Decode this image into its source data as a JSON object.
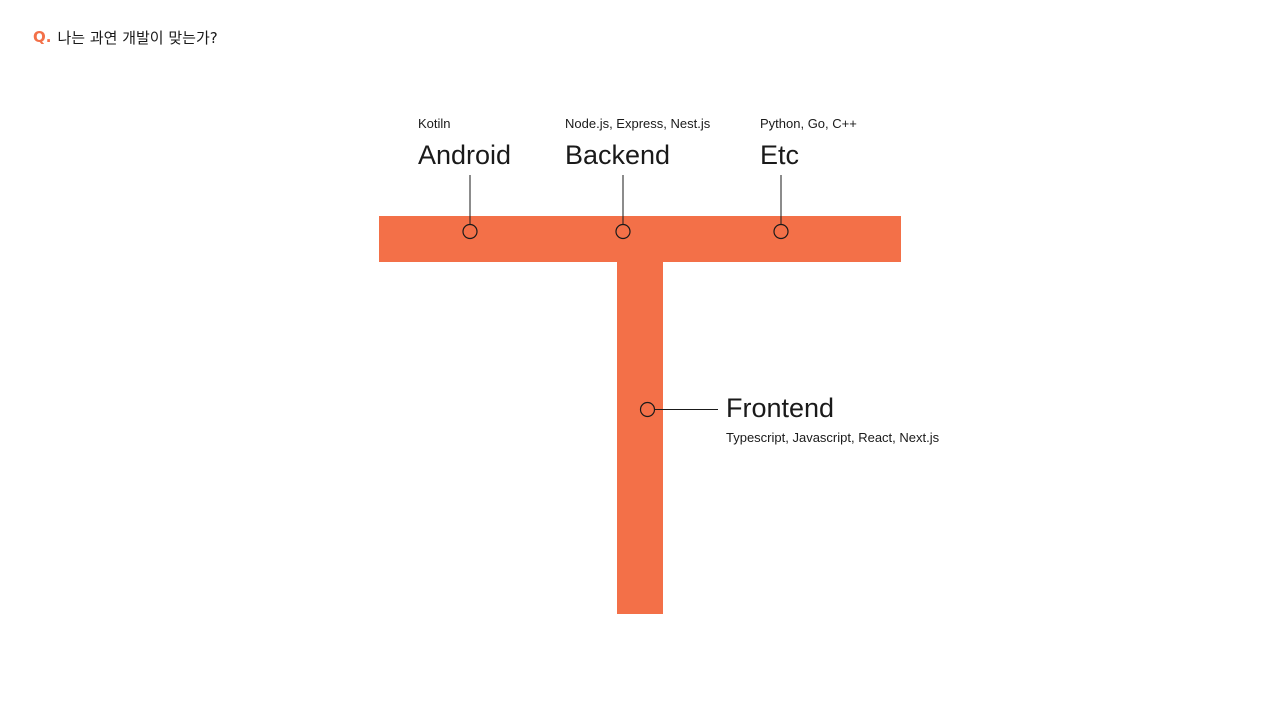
{
  "header": {
    "q_mark": "Q.",
    "question": "나는 과연 개발이 맞는가?"
  },
  "diagram": {
    "accent_color": "#f37048",
    "line_color": "#1a1a1a",
    "branches": [
      {
        "id": "android",
        "title": "Android",
        "subtitle": "Kotiln"
      },
      {
        "id": "backend",
        "title": "Backend",
        "subtitle": "Node.js, Express, Nest.js"
      },
      {
        "id": "etc",
        "title": "Etc",
        "subtitle": "Python, Go, C++"
      }
    ],
    "stem": {
      "id": "frontend",
      "title": "Frontend",
      "subtitle": "Typescript, Javascript, React, Next.js"
    }
  }
}
